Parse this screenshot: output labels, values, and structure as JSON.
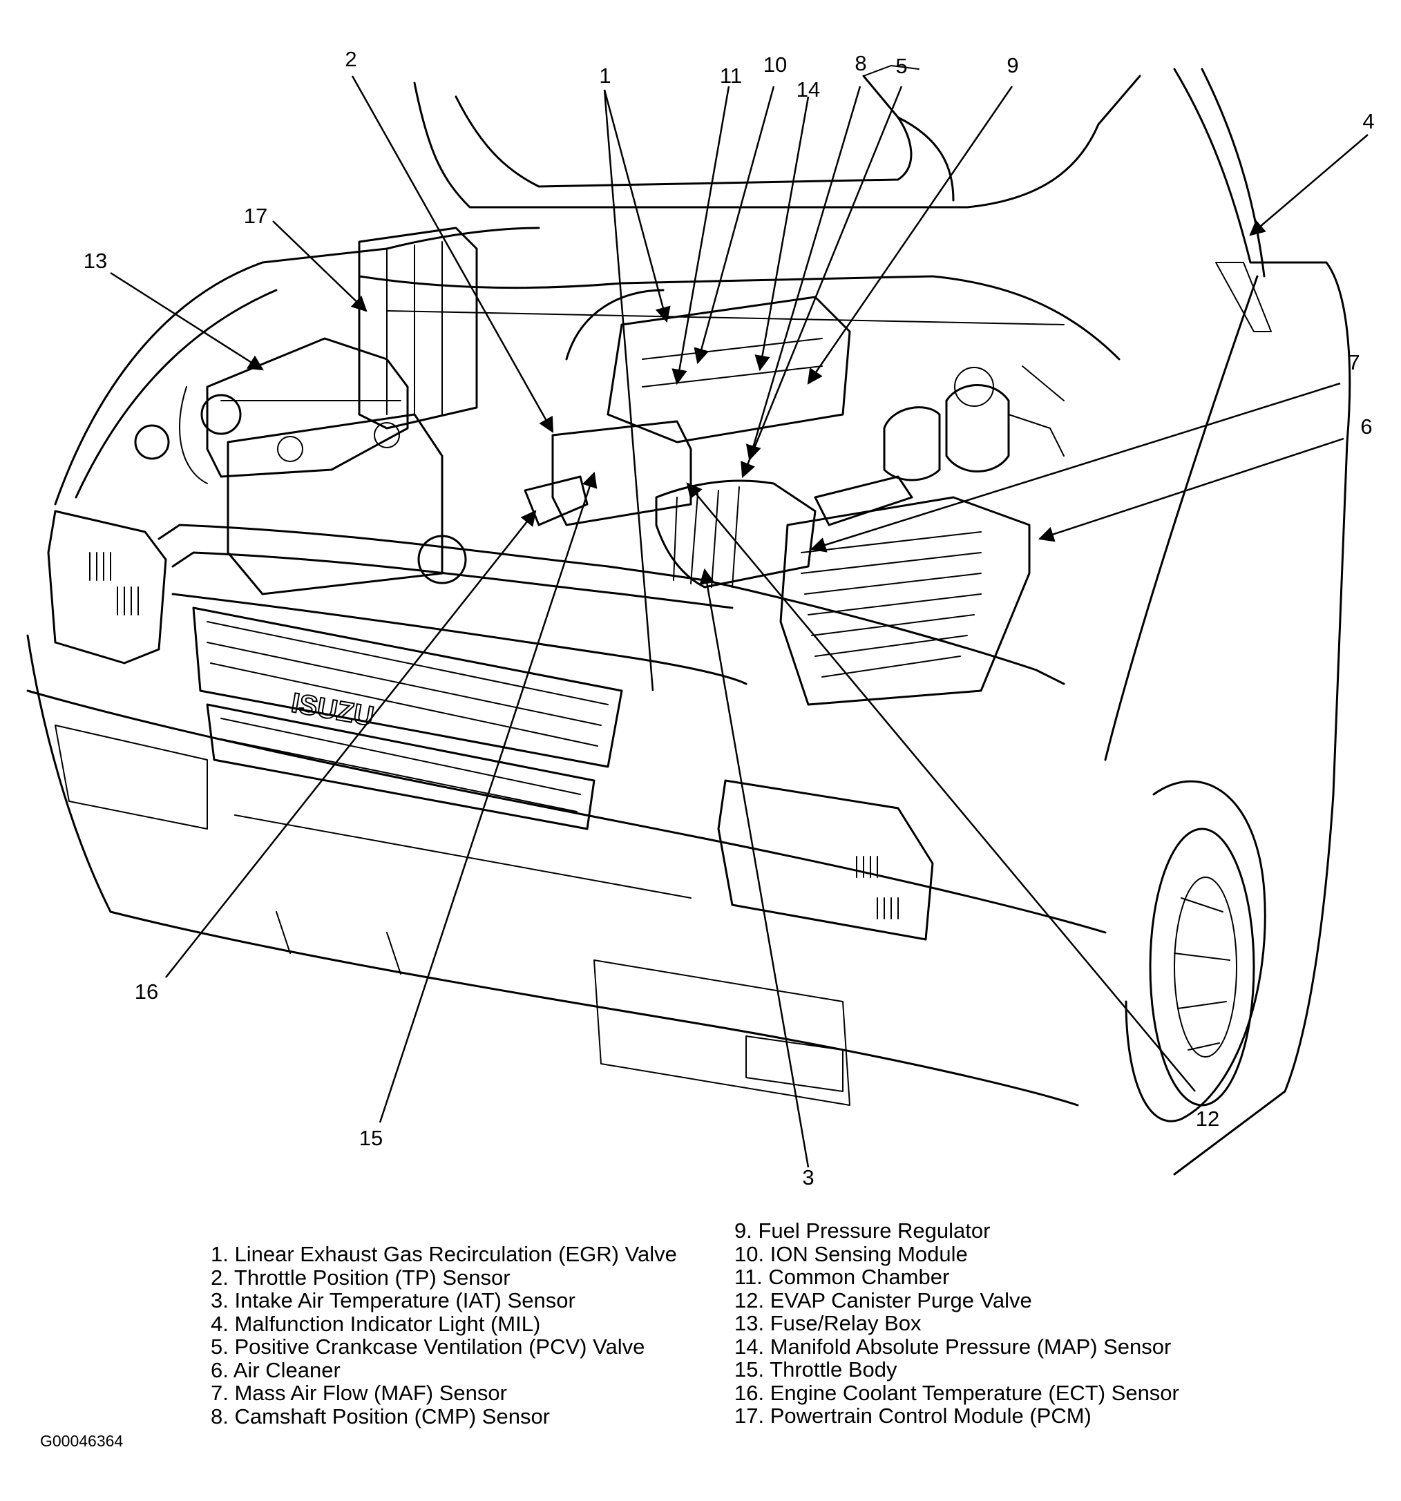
{
  "callout_labels": [
    "1",
    "2",
    "3",
    "4",
    "5",
    "6",
    "7",
    "8",
    "9",
    "10",
    "11",
    "12",
    "13",
    "14",
    "15",
    "16",
    "17"
  ],
  "legend": {
    "left": [
      "1. Linear Exhaust Gas Recirculation (EGR) Valve",
      "2. Throttle Position (TP) Sensor",
      "3. Intake Air Temperature (IAT) Sensor",
      "4. Malfunction Indicator Light  (MIL)",
      "5. Positive Crankcase Ventilation (PCV) Valve",
      "6. Air Cleaner",
      "7. Mass Air Flow (MAF) Sensor",
      "8. Camshaft Position (CMP) Sensor"
    ],
    "right": [
      "9. Fuel Pressure Regulator",
      "10. ION Sensing Module",
      "11. Common Chamber",
      "12. EVAP Canister Purge Valve",
      "13. Fuse/Relay Box",
      "14. Manifold Absolute Pressure (MAP) Sensor",
      "15. Throttle Body",
      "16. Engine Coolant Temperature (ECT) Sensor",
      "17. Powertrain Control Module (PCM)"
    ]
  },
  "grille_logo": "ISUZU",
  "figure_code": "G00046364"
}
